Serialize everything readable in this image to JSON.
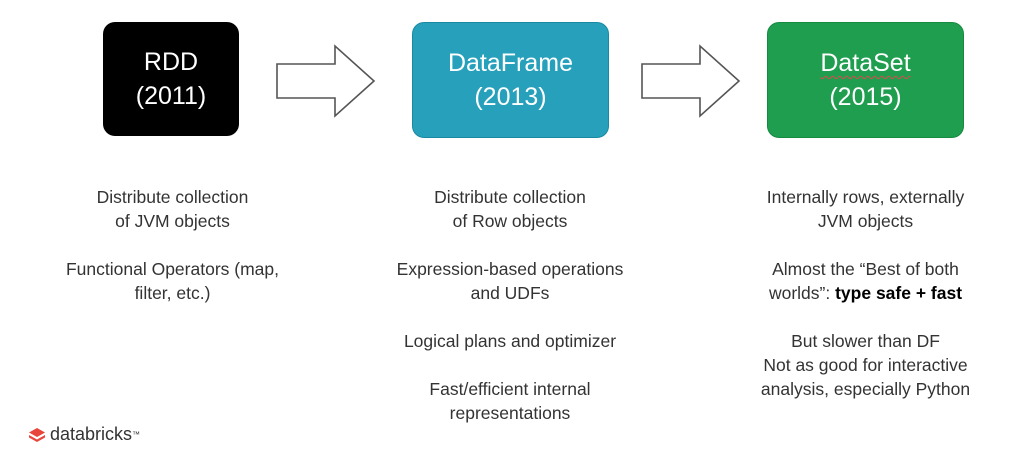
{
  "nodes": [
    {
      "title": "RDD",
      "year": "(2011)",
      "color": "#000000"
    },
    {
      "title": "DataFrame",
      "year": "(2013)",
      "color": "#26a0bb"
    },
    {
      "title": "DataSet",
      "year": "(2015)",
      "color": "#1f9e4f"
    }
  ],
  "columns": {
    "rdd": {
      "p1": [
        "Distribute collection",
        "of JVM objects"
      ],
      "p2": [
        "Functional Operators (map,",
        "filter, etc.)"
      ]
    },
    "dataframe": {
      "p1": [
        "Distribute collection",
        "of Row objects"
      ],
      "p2": [
        "Expression-based operations",
        "and UDFs"
      ],
      "p3": [
        "Logical plans and optimizer"
      ],
      "p4": [
        "Fast/efficient internal",
        "representations"
      ]
    },
    "dataset": {
      "p1": [
        "Internally rows, externally",
        "JVM objects"
      ],
      "p2_line1": "Almost the “Best of both",
      "p2_line2_prefix": "worlds”: ",
      "p2_line2_bold": "type safe + fast",
      "p3": [
        "But slower than DF",
        "Not as good for interactive",
        "analysis, especially Python"
      ]
    }
  },
  "logo": {
    "text": "databricks",
    "mark": "™",
    "icon": "databricks-logo-icon",
    "color": "#e8453c"
  }
}
